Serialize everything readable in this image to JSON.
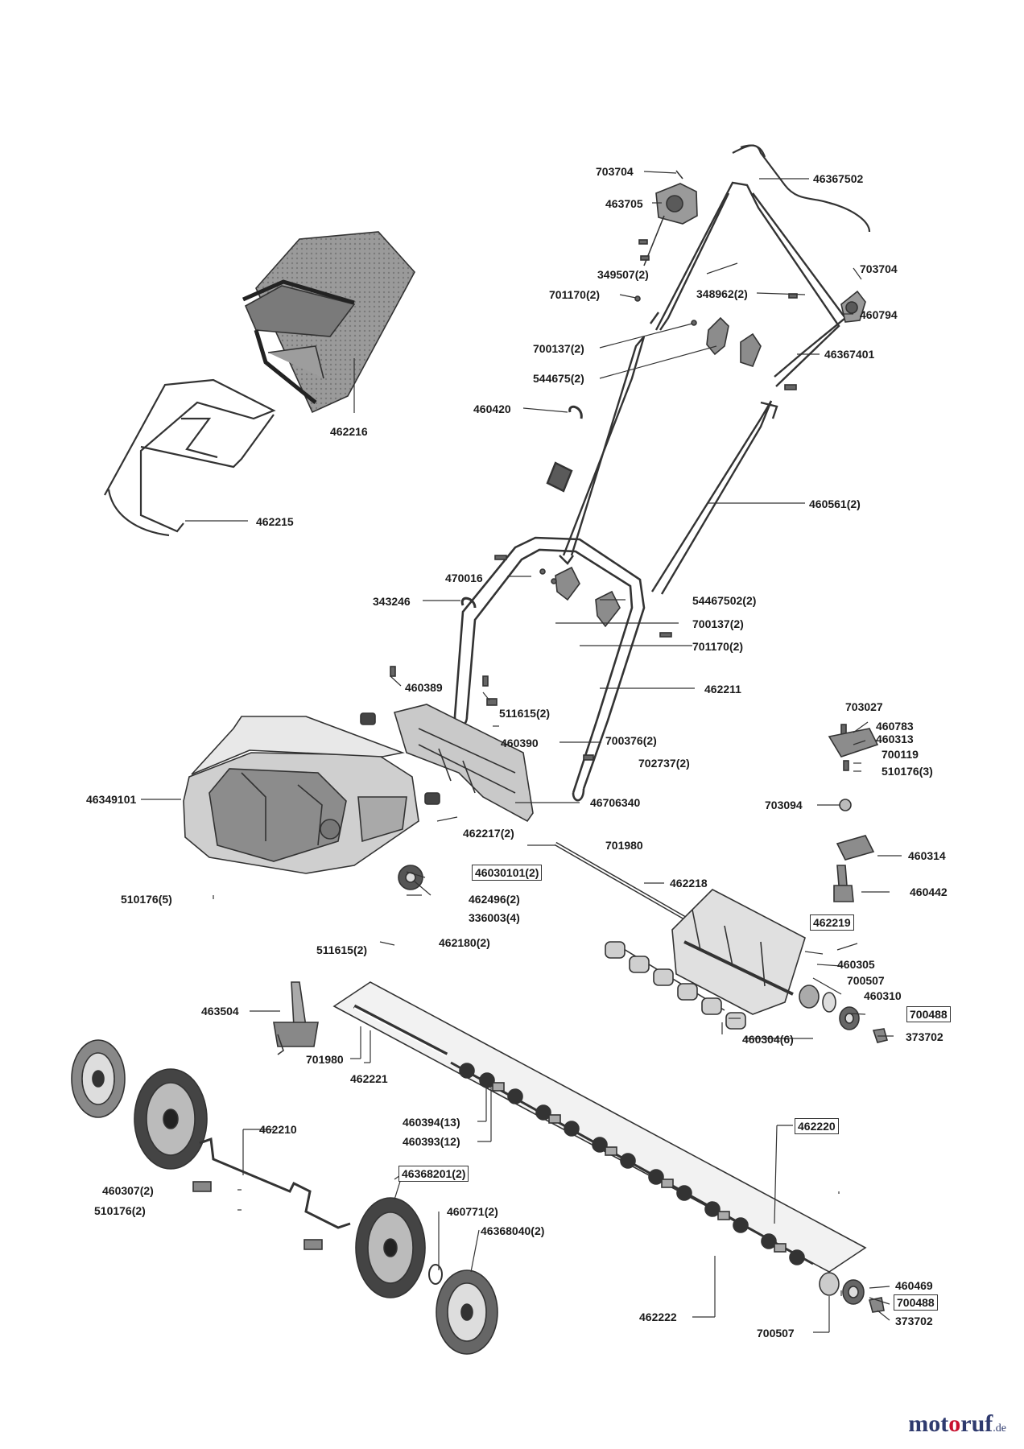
{
  "brand": {
    "name": "motoruf",
    "domain": ".de",
    "color_main": "#2e3a6e",
    "color_accent": "#c8102e"
  },
  "colors": {
    "line": "#333333",
    "part_fill": "#bdbdbd",
    "part_dark": "#6b6b6b"
  },
  "labels": {
    "p703704a": "703704",
    "p46367502": "46367502",
    "p463705": "463705",
    "p349507": "349507(2)",
    "p701170a": "701170(2)",
    "p348962": "348962(2)",
    "p703704b": "703704",
    "p460794": "460794",
    "p700137a": "700137(2)",
    "p46367401": "46367401",
    "p544675": "544675(2)",
    "p460420": "460420",
    "p462216": "462216",
    "p460561": "460561(2)",
    "p462215": "462215",
    "p470016": "470016",
    "p343246": "343246",
    "p54467502": "54467502(2)",
    "p700137b": "700137(2)",
    "p701170b": "701170(2)",
    "p462211": "462211",
    "p460389": "460389",
    "p511615a": "511615(2)",
    "p460390": "460390",
    "p703027": "703027",
    "p460783": "460783",
    "p460313": "460313",
    "p700119": "700119",
    "p700376": "700376(2)",
    "p702737": "702737(2)",
    "p510176c": "510176(3)",
    "p46349101": "46349101",
    "p46706340": "46706340",
    "p703094": "703094",
    "p462217": "462217(2)",
    "p701980a": "701980",
    "p460314": "460314",
    "p46030101": "46030101(2)",
    "p462218": "462218",
    "p460442": "460442",
    "p510176a": "510176(5)",
    "p462496": "462496(2)",
    "p336003": "336003(4)",
    "p462219": "462219",
    "p462180": "462180(2)",
    "p511615b": "511615(2)",
    "p460305": "460305",
    "p700507a": "700507",
    "p460310": "460310",
    "p463504": "463504",
    "p700488a": "700488",
    "p373702a": "373702",
    "p460304": "460304(6)",
    "p701980b": "701980",
    "p462221": "462221",
    "p460394": "460394(13)",
    "p460393": "460393(12)",
    "p462220": "462220",
    "p462210": "462210",
    "p46368201": "46368201(2)",
    "p460307": "460307(2)",
    "p460771": "460771(2)",
    "p510176b": "510176(2)",
    "p46368040": "46368040(2)",
    "p460469": "460469",
    "p700488b": "700488",
    "p462222": "462222",
    "p373702b": "373702",
    "p700507b": "700507"
  }
}
